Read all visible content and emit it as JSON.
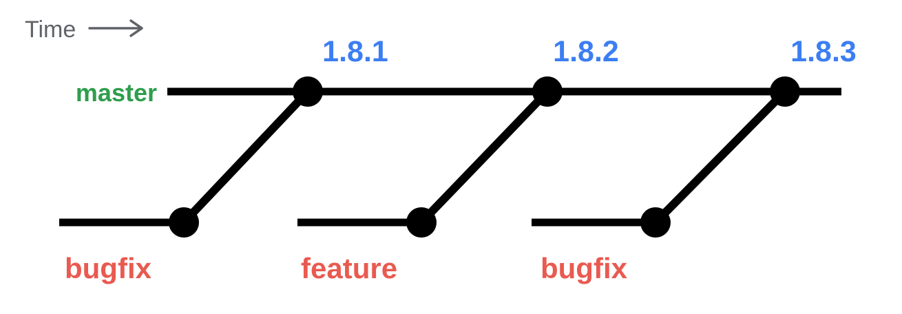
{
  "diagram": {
    "time_label": "Time",
    "time_label_color": "#5F6368",
    "line_color": "#000000",
    "background_color": "#FFFFFF",
    "master": {
      "label": "master",
      "label_color": "#2E9E4C"
    },
    "release_tags": {
      "color": "#3C7EF2",
      "items": [
        {
          "tag": "1.8.1"
        },
        {
          "tag": "1.8.2"
        },
        {
          "tag": "1.8.3"
        }
      ]
    },
    "topic_branches": {
      "label_color": "#E95A50",
      "items": [
        {
          "label": "bugfix"
        },
        {
          "label": "feature"
        },
        {
          "label": "bugfix"
        }
      ]
    }
  }
}
